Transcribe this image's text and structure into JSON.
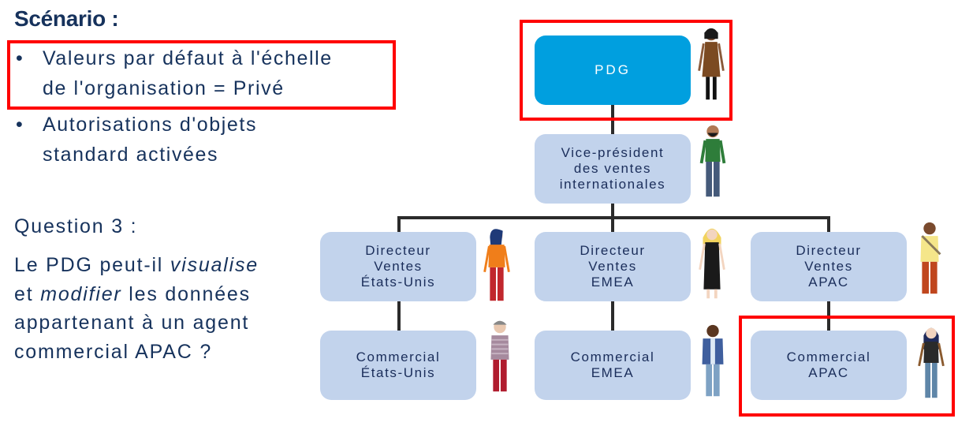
{
  "scenario": {
    "title": "Scénario :",
    "bullets": [
      {
        "marker": "•",
        "lines": [
          "Valeurs par défaut à l'échelle",
          "de l'organisation = Privé"
        ],
        "highlighted": true
      },
      {
        "marker": "•",
        "lines": [
          "Autorisations d'objets",
          "standard activées"
        ],
        "highlighted": false
      }
    ]
  },
  "question": {
    "title": "Question 3 :",
    "parts": {
      "p1": "Le PDG peut-il ",
      "p2_italic": "visualise",
      "p3": "et ",
      "p4_italic": "modifier",
      "p5": " les données",
      "p6": "appartenant à un agent",
      "p7": "commercial APAC ?"
    }
  },
  "org_chart": {
    "ceo": {
      "label": "PDG",
      "highlighted": true,
      "avatar": "woman-brown-dress"
    },
    "vp": {
      "lines": [
        "Vice-président",
        "des ventes",
        "internationales"
      ],
      "avatar": "bearded-man-green-shirt"
    },
    "directors": [
      {
        "lines": [
          "Directeur",
          "Ventes",
          "États-Unis"
        ],
        "avatar": "woman-orange-jacket"
      },
      {
        "lines": [
          "Directeur",
          "Ventes",
          "EMEA"
        ],
        "avatar": "blonde-woman-black-dress"
      },
      {
        "lines": [
          "Directeur",
          "Ventes",
          "APAC"
        ],
        "avatar": "man-yellow-shirt-bag"
      }
    ],
    "reps": [
      {
        "lines": [
          "Commercial",
          "États-Unis"
        ],
        "avatar": "old-man-striped-sweater",
        "highlighted": false
      },
      {
        "lines": [
          "Commercial",
          "EMEA"
        ],
        "avatar": "man-blue-jacket",
        "highlighted": false
      },
      {
        "lines": [
          "Commercial",
          "APAC"
        ],
        "avatar": "woman-dark-hair-vest",
        "highlighted": true
      }
    ]
  },
  "colors": {
    "text": "#16325c",
    "ceo_fill": "#009fdf",
    "node_fill": "#c2d3ec",
    "highlight": "#ff0000",
    "connector": "#2b2b2b"
  }
}
